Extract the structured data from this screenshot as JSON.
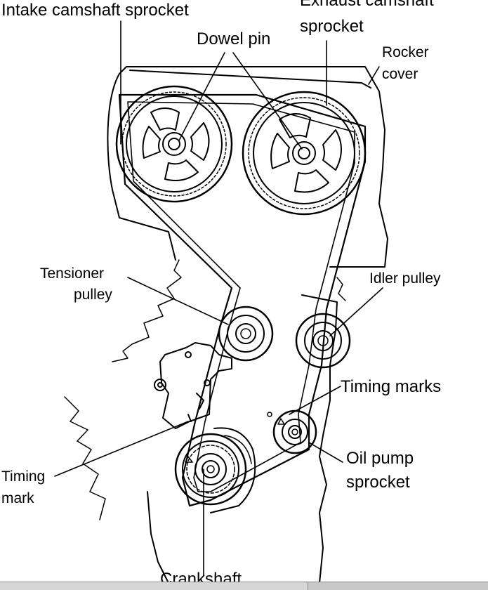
{
  "labels": {
    "intake_camshaft_sprocket": "Intake camshaft sprocket",
    "exhaust_camshaft_line1": "Exhaust camshaft",
    "exhaust_camshaft_line2": "sprocket",
    "dowel_pin": "Dowel pin",
    "rocker_line1": "Rocker",
    "rocker_line2": "cover",
    "tensioner_line1": "Tensioner",
    "tensioner_line2": "pulley",
    "idler_pulley": "Idler pulley",
    "timing_marks": "Timing marks",
    "timing_mark_line1": "Timing",
    "timing_mark_line2": "mark",
    "oil_pump_line1": "Oil pump",
    "oil_pump_line2": "sprocket",
    "crankshaft": "Crankshaft"
  },
  "colors": {
    "ink": "#000000",
    "background": "#ffffff"
  }
}
